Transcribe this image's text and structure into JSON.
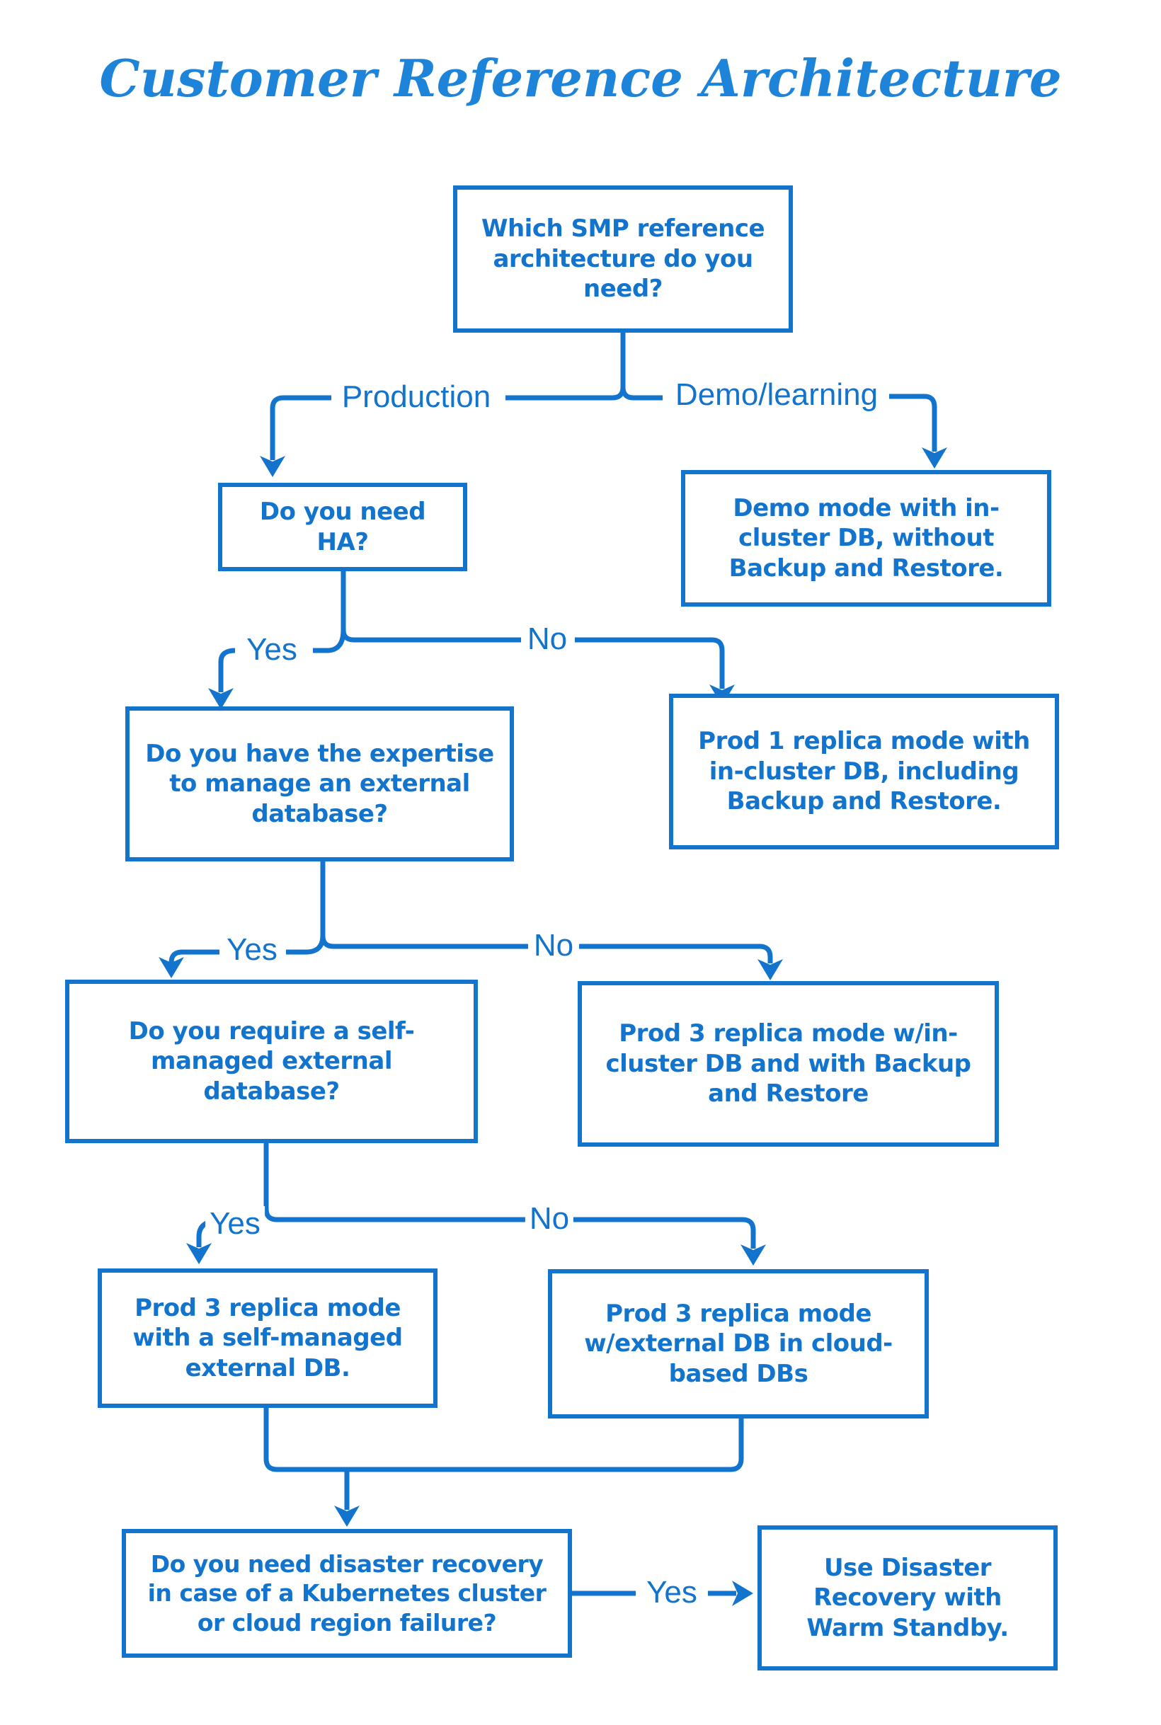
{
  "title": "Customer Reference Architecture",
  "colors": {
    "accent": "#1374cd",
    "title": "#1e84da",
    "bg": "#ffffff"
  },
  "nodes": {
    "root": {
      "text": "Which SMP reference architecture do you need?"
    },
    "need_ha": {
      "text": "Do you need HA?"
    },
    "demo_mode": {
      "text": "Demo mode with in-cluster DB, without Backup and Restore."
    },
    "expertise": {
      "text": "Do you have the expertise to manage an external database?"
    },
    "prod1": {
      "text": "Prod 1 replica mode with in-cluster DB, including Backup and Restore."
    },
    "self_managed_q": {
      "text": "Do you require a self-managed external database?"
    },
    "prod3_incluster": {
      "text": "Prod 3 replica mode w/in-cluster DB and with Backup and Restore"
    },
    "prod3_selfmgd": {
      "text": "Prod 3 replica mode with a self-managed external DB."
    },
    "prod3_cloud": {
      "text": "Prod 3 replica mode w/external DB in cloud-based DBs"
    },
    "dr_question": {
      "text": "Do you need disaster recovery in case of a Kubernetes cluster or cloud region failure?"
    },
    "dr_answer": {
      "text": "Use Disaster Recovery with Warm Standby."
    }
  },
  "labels": {
    "production": "Production",
    "demo_learning": "Demo/learning",
    "yes1": "Yes",
    "no1": "No",
    "yes2": "Yes",
    "no2": "No",
    "yes3": "Yes",
    "no3": "No",
    "yes4": "Yes"
  }
}
